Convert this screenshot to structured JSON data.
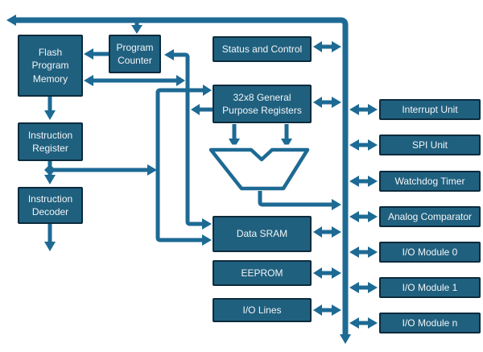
{
  "diagram": {
    "title": "Microcontroller architecture block diagram",
    "background": "#FFFFFF",
    "colors": {
      "box_fill": "#20607F",
      "box_border": "#0C2B3D",
      "line": "#1D6A94",
      "text": "#F2F5F6"
    },
    "blocks": {
      "flash": "Flash Program Memory",
      "program_counter": "Program Counter",
      "status_control": "Status and Control",
      "registers": "32x8 General Purpose Registers",
      "instruction_register": "Instruction Register",
      "instruction_decoder": "Instruction Decoder",
      "data_sram": "Data SRAM",
      "eeprom": "EEPROM",
      "io_lines": "I/O Lines",
      "interrupt_unit": "Interrupt Unit",
      "spi_unit": "SPI Unit",
      "watchdog_timer": "Watchdog Timer",
      "analog_comparator": "Analog Comparator",
      "io_module_0": "I/O Module 0",
      "io_module_1": "I/O Module 1",
      "io_module_n": "I/O Module n"
    }
  }
}
